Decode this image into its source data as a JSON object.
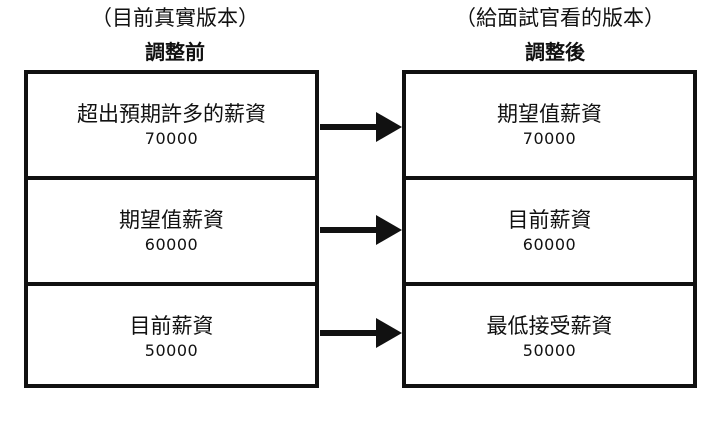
{
  "left": {
    "caption": "（目前真實版本）",
    "heading": "調整前",
    "items": [
      {
        "label": "超出預期許多的薪資",
        "value": "70000"
      },
      {
        "label": "期望值薪資",
        "value": "60000"
      },
      {
        "label": "目前薪資",
        "value": "50000"
      }
    ]
  },
  "right": {
    "caption": "（給面試官看的版本）",
    "heading": "調整後",
    "items": [
      {
        "label": "期望值薪資",
        "value": "70000"
      },
      {
        "label": "目前薪資",
        "value": "60000"
      },
      {
        "label": "最低接受薪資",
        "value": "50000"
      }
    ]
  },
  "colors": {
    "line": "#111111",
    "background": "#ffffff"
  }
}
